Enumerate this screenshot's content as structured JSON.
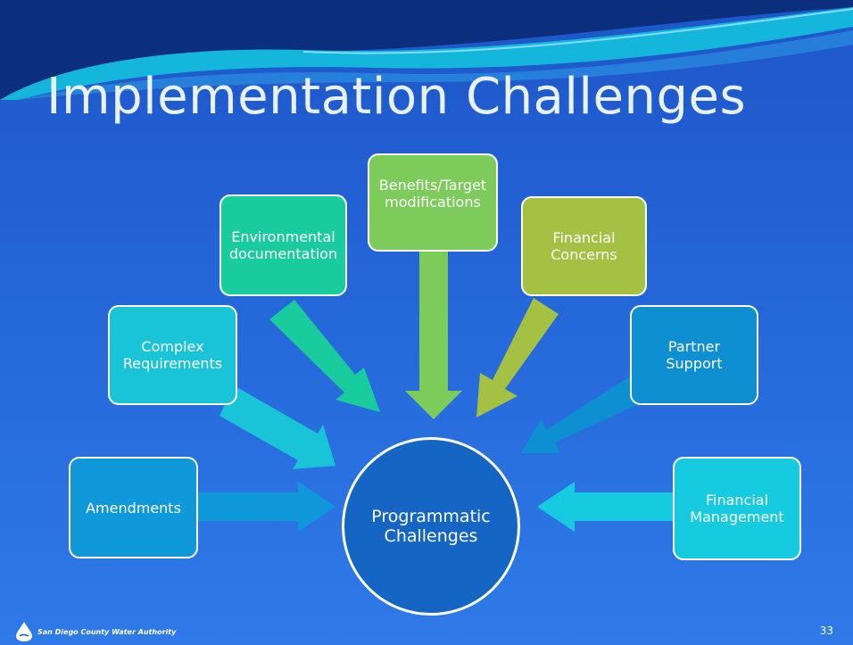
{
  "slide": {
    "title": "Implementation Challenges",
    "footer_org": "San Diego County Water Authority",
    "page_number": "33"
  },
  "diagram": {
    "center_label": "Programmatic\nChallenges",
    "center_color": "#1565c4",
    "nodes": [
      {
        "id": "amendments",
        "label": "Amendments",
        "color": "#0f99db"
      },
      {
        "id": "complex-requirements",
        "label": "Complex\nRequirements",
        "color": "#19c4d9"
      },
      {
        "id": "environmental-documentation",
        "label": "Environmental\ndocumentation",
        "color": "#19cc9d"
      },
      {
        "id": "benefits-target-modifications",
        "label": "Benefits/Target\nmodifications",
        "color": "#7dcb5a"
      },
      {
        "id": "financial-concerns",
        "label": "Financial\nConcerns",
        "color": "#a4c144"
      },
      {
        "id": "partner-support",
        "label": "Partner\nSupport",
        "color": "#0e8fd1"
      },
      {
        "id": "financial-management",
        "label": "Financial\nManagement",
        "color": "#16cbe0"
      }
    ]
  }
}
